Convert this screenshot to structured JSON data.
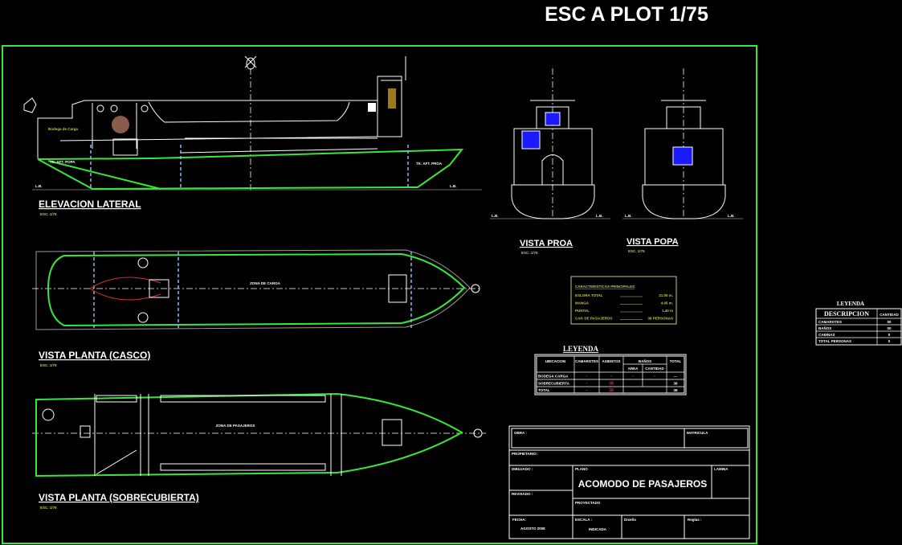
{
  "title": "ESC A PLOT 1/75",
  "colors": {
    "background": "#000000",
    "frame": "#39e639",
    "hull": "#39e639",
    "text": "#ffffff",
    "notes": "#c8c83c",
    "window": "#1a1aff",
    "door": "#9a7a1a",
    "tank": "#8a5a4a"
  },
  "views": {
    "elevation": {
      "title": "ELEVACION LATERAL",
      "scale": "ESC. 1/75",
      "labels": {
        "room": "Bodega de Carga",
        "waterline": "L.B.",
        "stern_tank": "TK. AFT. POPA",
        "bow_tank": "TK. AFT. PROA"
      }
    },
    "bow": {
      "title": "VISTA PROA",
      "scale": "ESC. 1/75",
      "waterline": "L.B."
    },
    "stern": {
      "title": "VISTA POPA",
      "scale": "ESC. 1/75",
      "waterline": "L.B."
    },
    "hull_plan": {
      "title": "VISTA PLANTA (CASCO)",
      "scale": "ESC. 1/75",
      "zone": "ZONA DE CARGA",
      "centerline": "CL"
    },
    "deck_plan": {
      "title": "VISTA PLANTA (SOBRECUBIERTA)",
      "scale": "ESC. 1/75",
      "zone": "ZONA DE PASAJEROS",
      "centerline": "CL"
    }
  },
  "characteristics": {
    "title": "CARACTERISTICAS PRINCIPALES",
    "rows": [
      {
        "label": "ESLORA TOTAL",
        "value": "21.00 m."
      },
      {
        "label": "MANGA",
        "value": "4.05 m."
      },
      {
        "label": "PUNTAL",
        "value": "1.40 m"
      },
      {
        "label": "CAP. DE PASAJEROS",
        "value": "38 PERSONAS"
      }
    ]
  },
  "legend_center": {
    "title": "LEYENDA",
    "headers": [
      "UBICACION",
      "CAMAROTES",
      "ASIENTOS",
      "BAÑOS",
      "TOTAL"
    ],
    "subheaders": [
      "AREA",
      "CANTIDAD"
    ],
    "rows": [
      [
        "BODEGA CARGA",
        "–",
        "–",
        "–",
        "–",
        "—"
      ],
      [
        "SOBRECUBIERTA",
        "–",
        "38",
        "",
        "",
        "38"
      ],
      [
        "TOTAL",
        "–",
        "38",
        "",
        "",
        "38"
      ]
    ]
  },
  "legend_right": {
    "title": "LEYENDA",
    "headers": [
      "DESCRIPCION",
      "CANTIDAD"
    ],
    "rows": [
      [
        "CAMAROTES",
        "00"
      ],
      [
        "BAÑOS",
        "00"
      ],
      [
        "CABINAS",
        "0"
      ],
      [
        "TOTAL PERSONAS",
        "0"
      ]
    ]
  },
  "title_block": {
    "obra": "OBRA :",
    "matricula": "MATRICULA",
    "propietario": "PROPIETARIO:",
    "dibujado": "DIBUJADO :",
    "plano": "PLANO",
    "lamina": "LAMINA",
    "plano_value": "ACOMODO DE PASAJEROS",
    "revisado": "REVISADO :",
    "proyectado": "PROYECTADO",
    "fecha": "FECHA:",
    "fecha_value": "AGOSTO 2008",
    "escala": "ESCALA :",
    "escala_value": "INDICADA",
    "dibujo": "Diseño",
    "reglas": "Reglas :"
  }
}
